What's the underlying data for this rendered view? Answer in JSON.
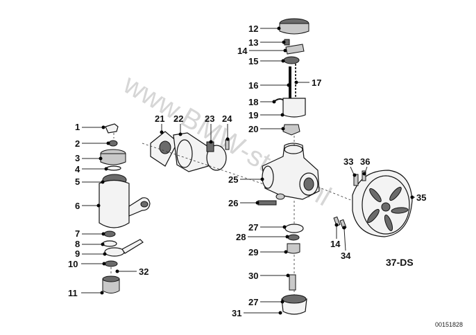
{
  "watermark": "www.BMW-store.nl",
  "diagram_ref": "37-DS",
  "drawing_code": "00151828",
  "callouts": [
    "1",
    "2",
    "3",
    "4",
    "5",
    "6",
    "7",
    "8",
    "9",
    "10",
    "11",
    "32",
    "12",
    "13",
    "14",
    "15",
    "16",
    "17",
    "18",
    "19",
    "20",
    "21",
    "22",
    "23",
    "24",
    "25",
    "26",
    "27",
    "28",
    "29",
    "30",
    "27",
    "31",
    "33",
    "36",
    "35",
    "14",
    "34"
  ]
}
